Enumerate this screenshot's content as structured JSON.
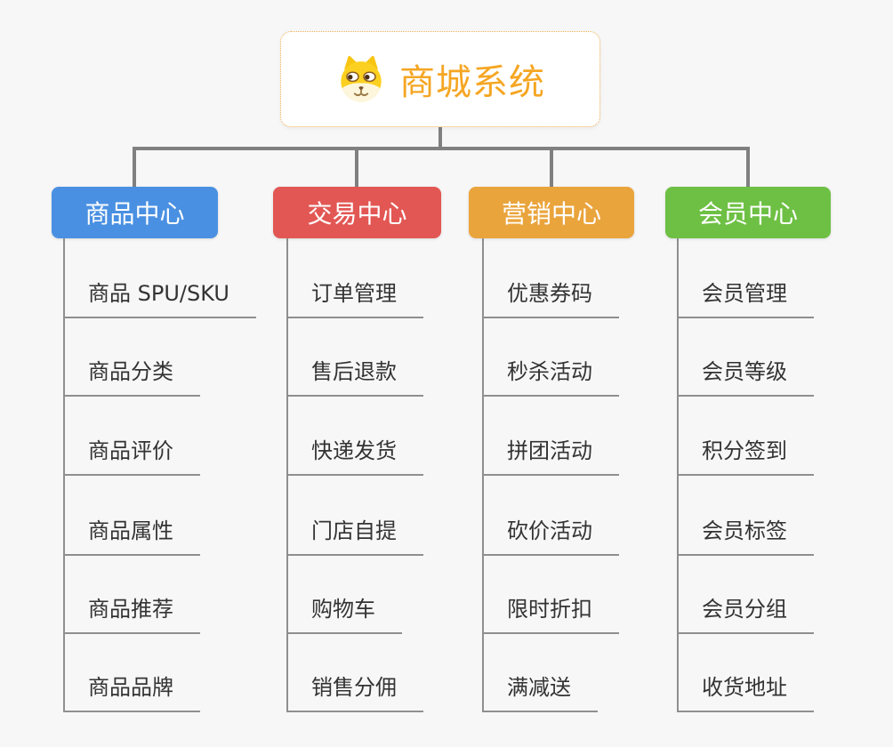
{
  "diagram": {
    "type": "mindmap-orgchart",
    "background_color": "#f7f7f7",
    "connector_color": "#808080",
    "child_line_color": "#8f8f8f",
    "child_text_color": "#333333"
  },
  "root": {
    "title": "商城系统",
    "icon": "dog-face-icon",
    "title_color": "#f5a623",
    "border_color": "#efae52"
  },
  "branches": [
    {
      "label": "商品中心",
      "color": "#4a90e2",
      "children": [
        "商品 SPU/SKU",
        "商品分类",
        "商品评价",
        "商品属性",
        "商品推荐",
        "商品品牌"
      ]
    },
    {
      "label": "交易中心",
      "color": "#e25754",
      "children": [
        "订单管理",
        "售后退款",
        "快递发货",
        "门店自提",
        "购物车",
        "销售分佣"
      ]
    },
    {
      "label": "营销中心",
      "color": "#eaa43c",
      "children": [
        "优惠券码",
        "秒杀活动",
        "拼团活动",
        "砍价活动",
        "限时折扣",
        "满减送"
      ]
    },
    {
      "label": "会员中心",
      "color": "#6ec044",
      "children": [
        "会员管理",
        "会员等级",
        "积分签到",
        "会员标签",
        "会员分组",
        "收货地址"
      ]
    }
  ]
}
